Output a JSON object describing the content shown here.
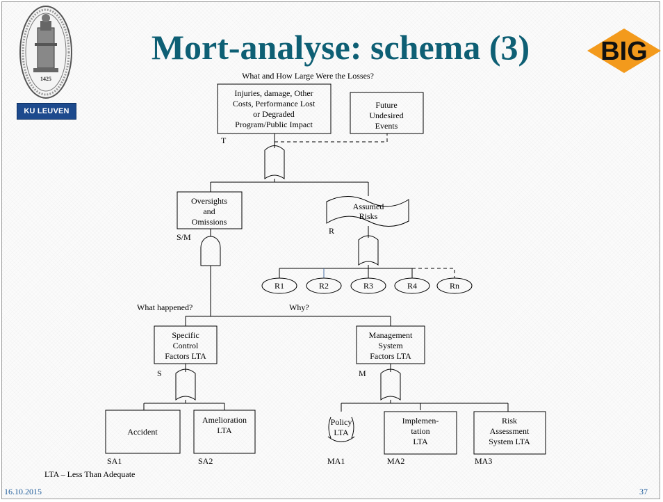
{
  "slide": {
    "title": "Mort-analyse: schema (3)",
    "date": "16.10.2015",
    "page_number": "37",
    "footnote": "LTA – Less Than Adequate"
  },
  "logos": {
    "university": "KU LEUVEN",
    "seal_year": "1425",
    "partner": "BIG"
  },
  "colors": {
    "title": "#0e5f74",
    "footer": "#1f5c9a",
    "big_orange": "#f39a1c",
    "kul_blue": "#1d4a8d"
  },
  "diagram": {
    "top_question": "What and How Large Were the Losses?",
    "top_event": [
      "Injuries, damage, Other",
      "Costs, Performance Lost",
      "or Degraded",
      "Program/Public Impact"
    ],
    "top_label": "T",
    "future_event": [
      "Future",
      "Undesired",
      "Events"
    ],
    "oversights": [
      "Oversights",
      "and",
      "Omissions"
    ],
    "oversights_label": "S/M",
    "assumed_risks": [
      "Assumed",
      "Risks"
    ],
    "assumed_risks_label": "R",
    "risks": [
      "R1",
      "R2",
      "R3",
      "R4",
      "Rn"
    ],
    "what_happened": "What happened?",
    "why": "Why?",
    "specific": [
      "Specific",
      "Control",
      "Factors LTA"
    ],
    "specific_label": "S",
    "management": [
      "Management",
      "System",
      "Factors LTA"
    ],
    "management_label": "M",
    "accident": "Accident",
    "accident_label": "SA1",
    "amelioration": [
      "Amelioration",
      "LTA"
    ],
    "amelioration_label": "SA2",
    "policy": [
      "Policy",
      "LTA"
    ],
    "policy_label": "MA1",
    "implementation": [
      "Implemen-",
      "tation",
      "LTA"
    ],
    "implementation_label": "MA2",
    "risk_assessment": [
      "Risk",
      "Assessment",
      "System LTA"
    ],
    "risk_assessment_label": "MA3"
  }
}
